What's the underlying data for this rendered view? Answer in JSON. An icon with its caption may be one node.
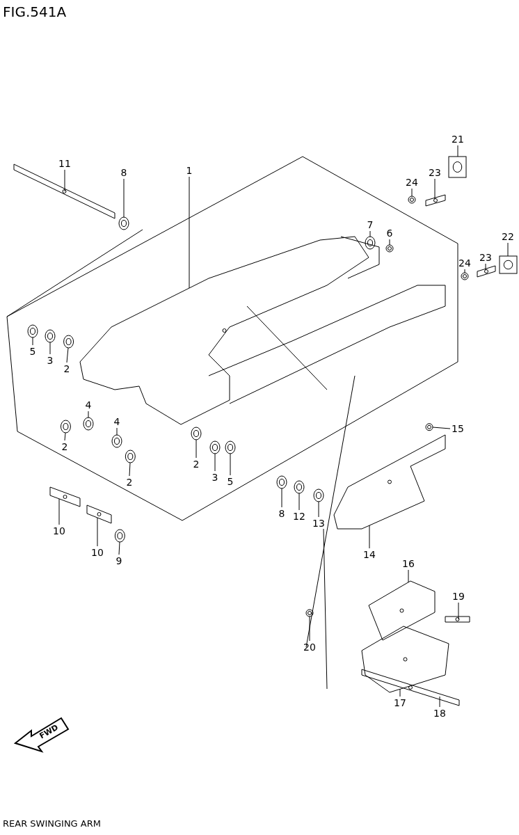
{
  "diagram": {
    "title": "FIG.541A",
    "caption": "REAR SWINGING ARM",
    "nodes": [
      {
        "text": [
          "11"
        ]
      },
      {
        "text": [
          "8"
        ]
      },
      {
        "text": [
          "1"
        ]
      },
      {
        "text": [
          "21"
        ]
      },
      {
        "text": [
          "24"
        ]
      },
      {
        "text": [
          "23"
        ]
      },
      {
        "text": [
          "7"
        ]
      },
      {
        "text": [
          "6"
        ]
      },
      {
        "text": [
          "22"
        ]
      },
      {
        "text": [
          "24"
        ]
      },
      {
        "text": [
          "23"
        ]
      },
      {
        "text": [
          "5"
        ]
      },
      {
        "text": [
          "3"
        ]
      },
      {
        "text": [
          "2"
        ]
      },
      {
        "text": [
          "4"
        ]
      },
      {
        "text": [
          "2"
        ]
      },
      {
        "text": [
          "4"
        ]
      },
      {
        "text": [
          "2"
        ]
      },
      {
        "text": [
          "2"
        ]
      },
      {
        "text": [
          "3"
        ]
      },
      {
        "text": [
          "5"
        ]
      },
      {
        "text": [
          "15"
        ]
      },
      {
        "text": [
          "10"
        ]
      },
      {
        "text": [
          "8"
        ]
      },
      {
        "text": [
          "12"
        ]
      },
      {
        "text": [
          "13"
        ]
      },
      {
        "text": [
          "10"
        ]
      },
      {
        "text": [
          "9"
        ]
      },
      {
        "text": [
          "14"
        ]
      },
      {
        "text": [
          "16"
        ]
      },
      {
        "text": [
          "19"
        ]
      },
      {
        "text": [
          "20"
        ]
      },
      {
        "text": [
          "17"
        ]
      },
      {
        "text": [
          "18"
        ]
      },
      {
        "text": [],
        "shape": "picture"
      },
      {
        "text": [],
        "shape": "picture"
      },
      {
        "text": [],
        "shape": "picture"
      },
      {
        "text": [],
        "shape": "picture"
      },
      {
        "text": [],
        "shape": "picture"
      },
      {
        "text": [],
        "shape": "picture"
      },
      {
        "text": [],
        "shape": "picture"
      },
      {
        "text": [],
        "shape": "picture"
      },
      {
        "text": [],
        "shape": "picture"
      },
      {
        "text": [],
        "shape": "picture"
      },
      {
        "text": [],
        "shape": "picture"
      },
      {
        "text": [],
        "shape": "picture"
      },
      {
        "text": [],
        "shape": "picture"
      },
      {
        "text": [],
        "shape": "picture"
      },
      {
        "text": [],
        "shape": "picture"
      },
      {
        "text": [],
        "shape": "picture"
      },
      {
        "text": [],
        "shape": "picture"
      },
      {
        "text": [],
        "shape": "picture"
      },
      {
        "text": [],
        "shape": "picture"
      },
      {
        "text": [],
        "shape": "picture"
      },
      {
        "text": [],
        "shape": "picture"
      },
      {
        "text": [],
        "shape": "picture"
      },
      {
        "text": [],
        "shape": "picture"
      },
      {
        "text": [],
        "shape": "picture"
      },
      {
        "text": [],
        "shape": "picture"
      },
      {
        "text": [],
        "shape": "picture"
      },
      {
        "text": [],
        "shape": "picture"
      },
      {
        "text": [],
        "shape": "picture"
      },
      {
        "text": [],
        "shape": "picture"
      },
      {
        "text": [],
        "shape": "picture"
      },
      {
        "text": [],
        "shape": "picture"
      },
      {
        "text": [],
        "shape": "picture"
      },
      {
        "text": [],
        "shape": "picture"
      },
      {
        "text": [],
        "shape": "picture"
      }
    ],
    "edges": [
      {
        "from": 0,
        "to": 34,
        "arrow": "none"
      },
      {
        "from": 1,
        "to": 35,
        "arrow": "none"
      },
      {
        "from": 2,
        "to": 36,
        "arrow": "none"
      },
      {
        "from": 3,
        "to": 37,
        "arrow": "none"
      },
      {
        "from": 4,
        "to": 38,
        "arrow": "none"
      },
      {
        "from": 5,
        "to": 39,
        "arrow": "none"
      },
      {
        "from": 6,
        "to": 40,
        "arrow": "none"
      },
      {
        "from": 7,
        "to": 41,
        "arrow": "none"
      },
      {
        "from": 8,
        "to": 42,
        "arrow": "none"
      },
      {
        "from": 9,
        "to": 43,
        "arrow": "none"
      },
      {
        "from": 10,
        "to": 44,
        "arrow": "none"
      },
      {
        "from": 11,
        "to": 45,
        "arrow": "none"
      },
      {
        "from": 12,
        "to": 46,
        "arrow": "none"
      },
      {
        "from": 13,
        "to": 47,
        "arrow": "none"
      },
      {
        "from": 14,
        "to": 48,
        "arrow": "none"
      },
      {
        "from": 15,
        "to": 49,
        "arrow": "none"
      },
      {
        "from": 16,
        "to": 50,
        "arrow": "none"
      },
      {
        "from": 17,
        "to": 51,
        "arrow": "none"
      },
      {
        "from": 18,
        "to": 52,
        "arrow": "none"
      },
      {
        "from": 19,
        "to": 53,
        "arrow": "none"
      },
      {
        "from": 20,
        "to": 54,
        "arrow": "none"
      },
      {
        "from": 21,
        "to": 55,
        "arrow": "none"
      },
      {
        "from": 22,
        "to": 56,
        "arrow": "none"
      },
      {
        "from": 23,
        "to": 57,
        "arrow": "none"
      },
      {
        "from": 24,
        "to": 58,
        "arrow": "none"
      },
      {
        "from": 25,
        "to": 59,
        "arrow": "none"
      },
      {
        "from": 26,
        "to": 60,
        "arrow": "none"
      },
      {
        "from": 27,
        "to": 61,
        "arrow": "none"
      },
      {
        "from": 28,
        "to": 62,
        "arrow": "none"
      },
      {
        "from": 29,
        "to": 63,
        "arrow": "none"
      },
      {
        "from": 30,
        "to": 64,
        "arrow": "none"
      },
      {
        "from": 31,
        "to": 65,
        "arrow": "none"
      },
      {
        "from": 32,
        "to": 66,
        "arrow": "none"
      },
      {
        "from": 33,
        "to": 67,
        "arrow": "none"
      }
    ],
    "labels": [
      "FWD"
    ]
  }
}
